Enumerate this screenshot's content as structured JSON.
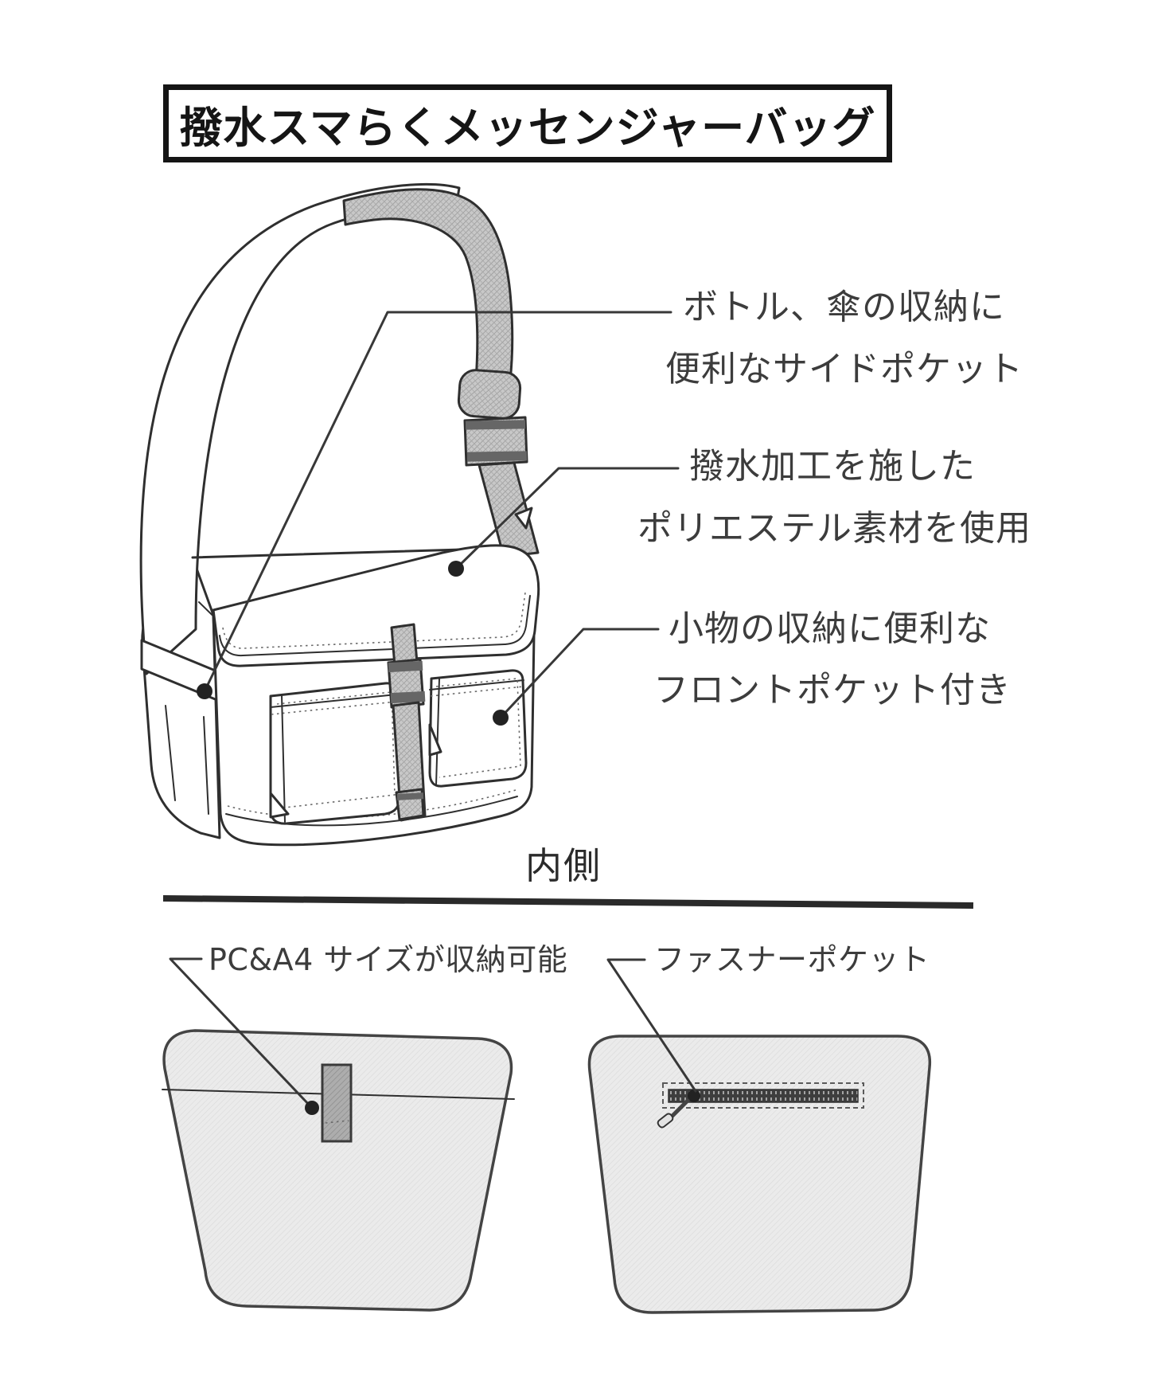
{
  "title": "撥水スマらくメッセンジャーバッグ",
  "callouts": {
    "side_pocket": {
      "line1": "ボトル、傘の収納に",
      "line2": "便利なサイドポケット"
    },
    "material": {
      "line1": "撥水加工を施した",
      "line2": "ポリエステル素材を使用"
    },
    "front_pocket": {
      "line1": "小物の収納に便利な",
      "line2": "フロントポケット付き"
    }
  },
  "inside_section": {
    "heading": "内側",
    "labels": {
      "pc_a4": "PC&A4 サイズが収納可能",
      "zipper": "ファスナーポケット"
    }
  },
  "colors": {
    "ink": "#2f2f2f",
    "paper": "#ffffff",
    "text": "#3c3c3c",
    "title": "#151515",
    "strap_fill": "#c8c8c8",
    "panel_fill": "#ebebeb",
    "tab_fill": "#adadad",
    "zipper_fill": "#3e3e3e"
  }
}
